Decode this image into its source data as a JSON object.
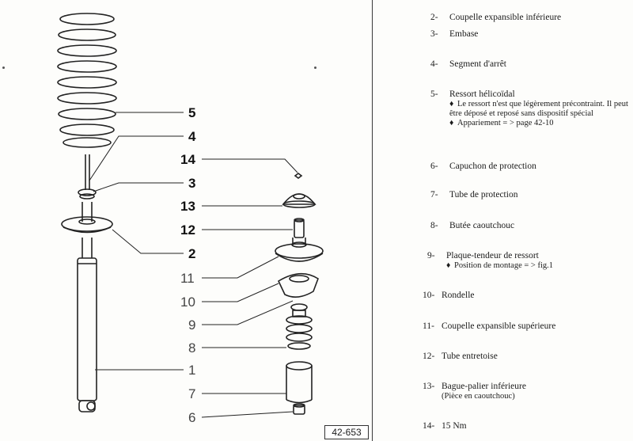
{
  "diagram": {
    "callouts": [
      "5",
      "4",
      "14",
      "3",
      "13",
      "12",
      "2",
      "11",
      "10",
      "9",
      "8",
      "1",
      "7",
      "6"
    ],
    "figure_ref": "42-653"
  },
  "legend": [
    {
      "num": "2-",
      "title": "Coupelle expansible inférieure"
    },
    {
      "num": "3-",
      "title": "Embase"
    },
    {
      "num": "4-",
      "title": "Segment d'arrêt"
    },
    {
      "num": "5-",
      "title": "Ressort hélicoïdal",
      "bullets": [
        "Le ressort n'est que légèrement précontraint. Il peut être déposé et reposé sans dispositif spécial",
        "Appariement = > page 42-10"
      ]
    },
    {
      "num": "6-",
      "title": "Capuchon de protection"
    },
    {
      "num": "7-",
      "title": "Tube de protection"
    },
    {
      "num": "8-",
      "title": "Butée caoutchouc"
    },
    {
      "num": "9-",
      "title": "Plaque-tendeur de ressort",
      "bullets": [
        "Position de montage = > fig.1"
      ]
    },
    {
      "num": "10-",
      "title": "Rondelle"
    },
    {
      "num": "11-",
      "title": "Coupelle expansible supérieure"
    },
    {
      "num": "12-",
      "title": "Tube entretoise"
    },
    {
      "num": "13-",
      "title": "Bague-palier inférieure",
      "note": "(Pièce en caoutchouc)"
    },
    {
      "num": "14-",
      "title": "15 Nm"
    }
  ]
}
